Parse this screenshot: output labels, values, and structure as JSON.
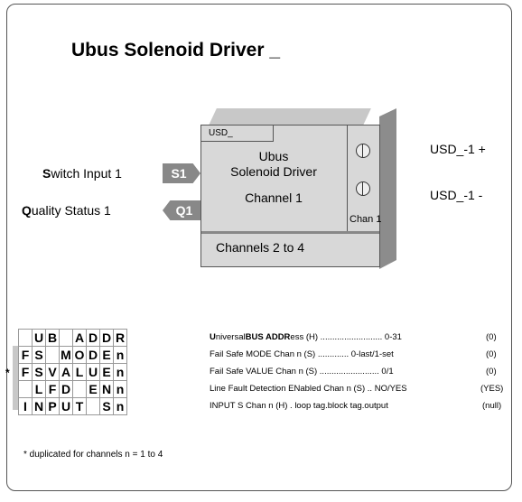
{
  "title": "Ubus Solenoid Driver _",
  "block": {
    "tab": "USD_",
    "name_line1": "Ubus",
    "name_line2": "Solenoid Driver",
    "channel": "Channel 1",
    "chan_side": "Chan 1",
    "channels_footer": "Channels  2 to 4"
  },
  "inputs": [
    {
      "pin": "S1",
      "label_bold": "S",
      "label_rest": "witch Input 1"
    },
    {
      "pin": "Q1",
      "label_bold": "Q",
      "label_rest": "uality Status 1"
    }
  ],
  "outputs": [
    "USD_-1 +",
    "USD_-1 -"
  ],
  "config_rows": [
    {
      "cells": [
        "",
        "U",
        "B",
        "",
        "A",
        "D",
        "D",
        "R"
      ],
      "desc_bold_parts": [
        "U",
        "niversal",
        "BUS ADDR",
        "ess (H) .......................... 0-31"
      ],
      "default": "(0)"
    },
    {
      "cells": [
        "F",
        "S",
        "",
        "M",
        "O",
        "D",
        "E",
        "n"
      ],
      "desc": "Fail Safe MODE Chan n (S) ............. 0-last/1-set",
      "default": "(0)"
    },
    {
      "cells": [
        "F",
        "S",
        "V",
        "A",
        "L",
        "U",
        "E",
        "n"
      ],
      "desc": "Fail Safe VALUE Chan n (S) ......................... 0/1",
      "default": "(0)"
    },
    {
      "cells": [
        "",
        "L",
        "F",
        "D",
        "",
        "E",
        "N",
        "n"
      ],
      "desc": "Line Fault Detection ENabled Chan n (S) .. NO/YES",
      "default": "(YES)"
    },
    {
      "cells": [
        "I",
        "N",
        "P",
        "U",
        "T",
        "",
        "S",
        "n"
      ],
      "desc": "INPUT S Chan n (H) . loop tag.block tag.output",
      "default": "(null)"
    }
  ],
  "star": "*",
  "footnote": "* duplicated for channels n = 1 to 4"
}
